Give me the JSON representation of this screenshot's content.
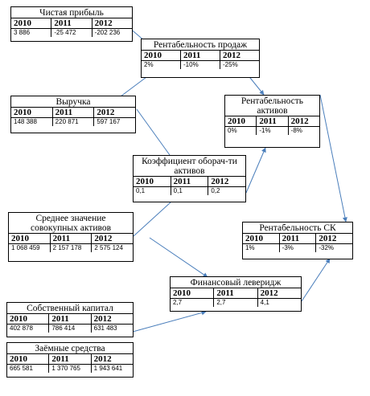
{
  "boxes": [
    {
      "id": "net-profit",
      "title": "Чистая прибыль",
      "years": [
        "2010",
        "2011",
        "2012"
      ],
      "values": [
        "3 886",
        "-25 472",
        "-202 236"
      ]
    },
    {
      "id": "return-on-sales",
      "title": "Рентабельность продаж",
      "years": [
        "2010",
        "2011",
        "2012"
      ],
      "values": [
        "2%",
        "-10%",
        "-25%"
      ]
    },
    {
      "id": "revenue",
      "title": "Выручка",
      "years": [
        "2010",
        "2011",
        "2012"
      ],
      "values": [
        "148 388",
        "220 871",
        "597 167"
      ]
    },
    {
      "id": "return-on-assets",
      "title": "Рентабельность\nактивов",
      "years": [
        "2010",
        "2011",
        "2012"
      ],
      "values": [
        "0%",
        "-1%",
        "-8%"
      ]
    },
    {
      "id": "asset-turnover",
      "title": "Коэффициент оборач-ти\nактивов",
      "years": [
        "2010",
        "2011",
        "2012"
      ],
      "values": [
        "0,1",
        "0,1",
        "0,2"
      ]
    },
    {
      "id": "avg-total-assets",
      "title": "Среднее значение\nсовокупных активов",
      "years": [
        "2010",
        "2011",
        "2012"
      ],
      "values": [
        "1 068 459",
        "2 157 178",
        "2 575 124"
      ]
    },
    {
      "id": "return-on-equity",
      "title": "Рентабельность СК",
      "years": [
        "2010",
        "2011",
        "2012"
      ],
      "values": [
        "1%",
        "-3%",
        "-32%"
      ]
    },
    {
      "id": "financial-leverage",
      "title": "Финансовый леверидж",
      "years": [
        "2010",
        "2011",
        "2012"
      ],
      "values": [
        "2,7",
        "2,7",
        "4,1"
      ]
    },
    {
      "id": "equity",
      "title": "Собственный капитал",
      "years": [
        "2010",
        "2011",
        "2012"
      ],
      "values": [
        "402 878",
        "786 414",
        "631 483"
      ]
    },
    {
      "id": "borrowed-funds",
      "title": "Заёмные средства",
      "years": [
        "2010",
        "2011",
        "2012"
      ],
      "values": [
        "665 581",
        "1 370 765",
        "1 943 641"
      ]
    }
  ]
}
